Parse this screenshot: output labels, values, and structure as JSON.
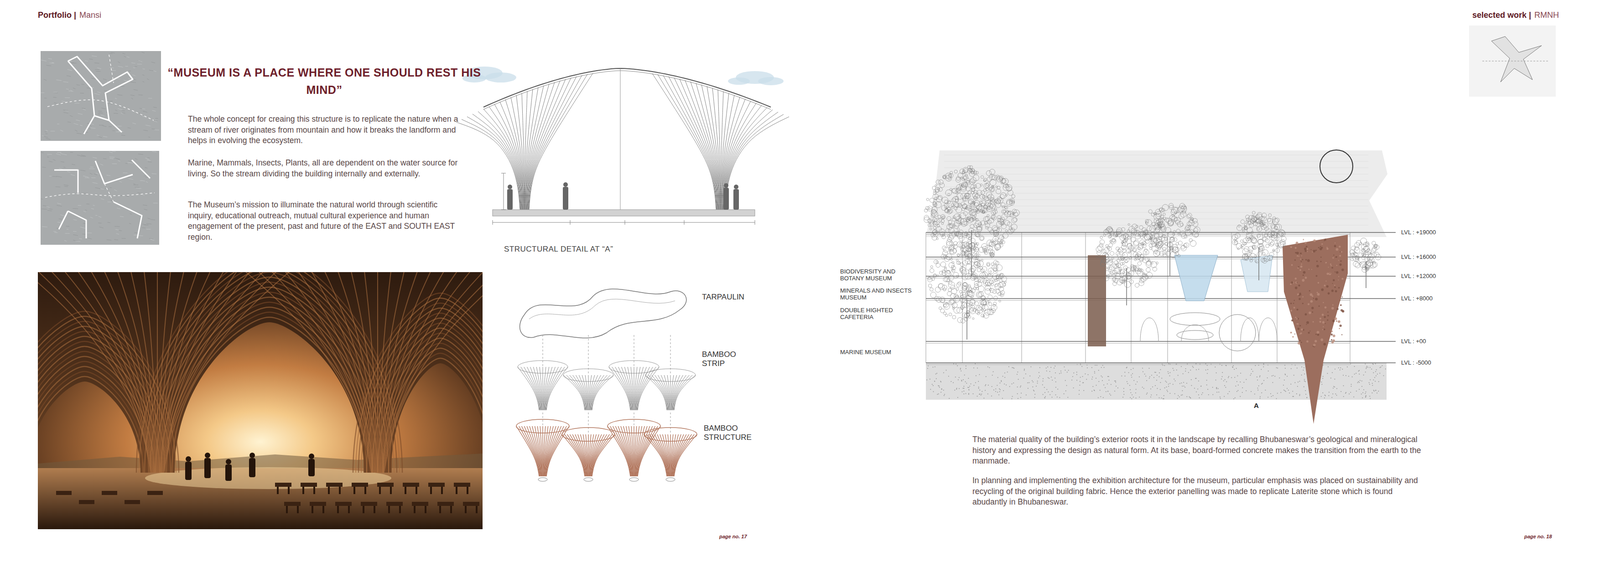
{
  "diagram": {
    "title": "“MUSEUM IS A PLACE WHERE ONE SHOULD REST HIS MIND”",
    "labels": [
      "Portfolio |",
      "Mansi",
      "selected work |",
      "RMNH",
      "The whole concept for creaing this structure is to replicate the nature when a stream of river originates from mountain and how it breaks the landform and helps in evolving the ecosystem.",
      "Marine, Mammals, Insects, Plants, all are dependent on the water source for living. So the stream dividing the building internally and externally.",
      "The Museum’s mission to illuminate the natural world through scientific inquiry, educational outreach, mutual cultural experience and human engagement of the present, past and future of the EAST and SOUTH EAST region.",
      "STRUCTURAL DETAIL AT “A”",
      "TARPAULIN",
      "BAMBOO STRIP",
      "BAMBOO STRUCTURE",
      "page no. 17",
      "BIODIVERSITY AND BOTANY MUSEUM",
      "MINERALS AND INSECTS MUSEUM",
      "DOUBLE HIGHTED CAFETERIA",
      "MARINE MUSEUM",
      "LVL : +19000",
      "LVL : +16000",
      "LVL : +12000",
      "LVL : +8000",
      "LVL : +00",
      "LVL : -5000",
      "A",
      "The material quality of the building’s exterior roots it in the landscape by recalling Bhubaneswar’s geological and mineralogical history and expressing the design as natural form. At its base, board-formed concrete makes the transition from the earth to the manmade.",
      "In planning and implementing the exhibition architecture for the museum, particular emphasis was placed on sustainability and recycling of the original building fabric. Hence the exterior panelling was made to replicate Laterite stone which is found abudantly in Bhubaneswar.",
      "page no. 18"
    ]
  }
}
